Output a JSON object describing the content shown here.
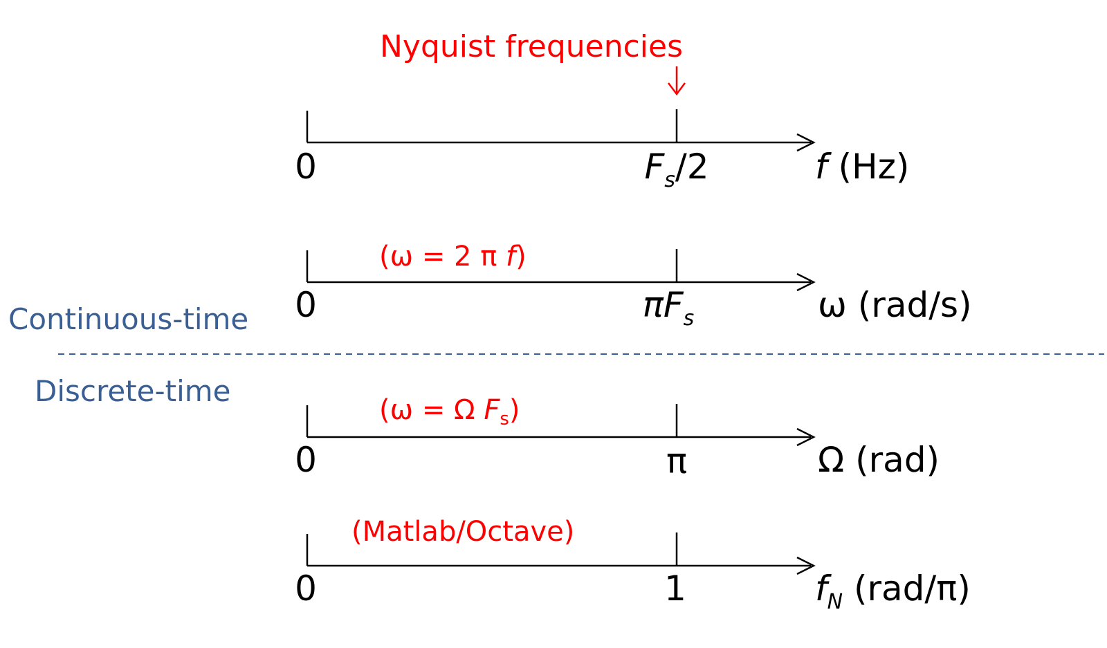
{
  "nyquist_label": "Nyquist frequencies",
  "region_labels": {
    "continuous": "Continuous-time",
    "discrete": "Discrete-time"
  },
  "axes": [
    {
      "id": "hz",
      "zero_label": "0",
      "tick_label_main": "F",
      "tick_label_sub": "s",
      "tick_label_tail": "/2",
      "unit_symbol": "f",
      "unit_sub": "",
      "unit_text": " (Hz)",
      "relation": ""
    },
    {
      "id": "rads",
      "zero_label": "0",
      "tick_label_main": "πF",
      "tick_label_sub": "s",
      "tick_label_tail": "",
      "unit_symbol": "ω",
      "unit_sub": "",
      "unit_text": " (rad/s)",
      "relation_main": "(ω = 2 π ",
      "relation_ital": "f",
      "relation_sub": "",
      "relation_tail": ")"
    },
    {
      "id": "rad",
      "zero_label": "0",
      "tick_label_main": "π",
      "tick_label_sub": "",
      "tick_label_tail": "",
      "unit_symbol": "Ω",
      "unit_sub": "",
      "unit_text": " (rad)",
      "relation_main": "(ω = Ω ",
      "relation_ital": "F",
      "relation_sub": "s",
      "relation_tail": ")"
    },
    {
      "id": "norm",
      "zero_label": "0",
      "tick_label_main": "1",
      "tick_label_sub": "",
      "tick_label_tail": "",
      "unit_symbol": "f",
      "unit_sub": "N",
      "unit_text": " (rad/π)",
      "relation_main": "(Matlab/Octave)",
      "relation_ital": "",
      "relation_sub": "",
      "relation_tail": ""
    }
  ],
  "colors": {
    "annotation": "#ff0000",
    "region": "#3a5f95",
    "axis": "#000000"
  }
}
